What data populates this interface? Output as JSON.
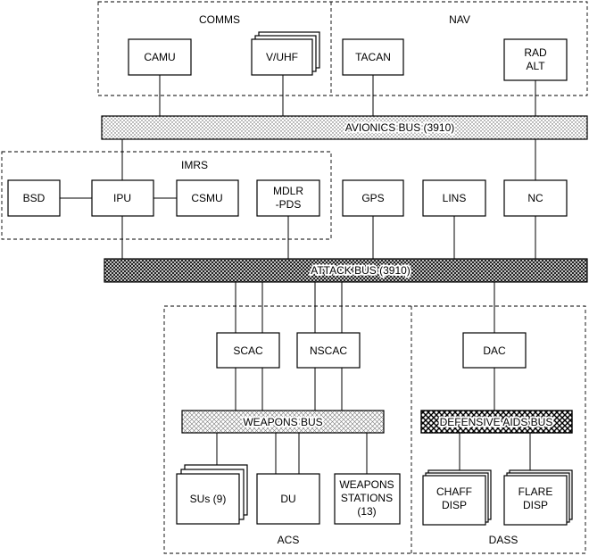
{
  "groups": {
    "comms": "COMMS",
    "nav": "NAV",
    "imrs": "IMRS",
    "acs": "ACS",
    "dass": "DASS"
  },
  "buses": {
    "avionics": "AVIONICS BUS (3910)",
    "attack": "ATTACK BUS (3910)",
    "weapons": "WEAPONS BUS",
    "defensive": "DEFENSIVE AIDS BUS"
  },
  "units": {
    "camu": "CAMU",
    "vuhf": "V/UHF",
    "tacan": "TACAN",
    "rad_alt": [
      "RAD",
      "ALT"
    ],
    "bsd": "BSD",
    "ipu": "IPU",
    "csmu": "CSMU",
    "mdlr_pds": [
      "MDLR",
      "-PDS"
    ],
    "gps": "GPS",
    "lins": "LINS",
    "nc": "NC",
    "scac": "SCAC",
    "nscac": "NSCAC",
    "dac": "DAC",
    "sus": "SUs (9)",
    "du": "DU",
    "weapons_stations": [
      "WEAPONS",
      "STATIONS",
      "(13)"
    ],
    "chaff_disp": [
      "CHAFF",
      "DISP"
    ],
    "flare_disp": [
      "FLARE",
      "DISP"
    ]
  }
}
